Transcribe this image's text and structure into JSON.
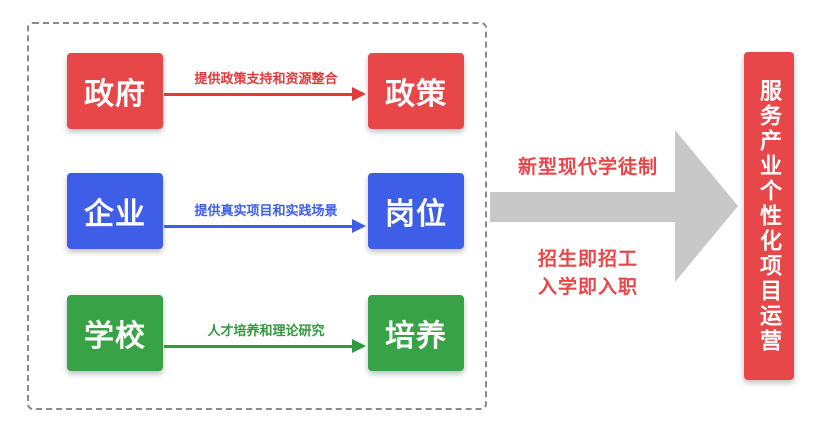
{
  "rows": [
    {
      "left": "政府",
      "label": "提供政策支持和资源整合",
      "right": "政策"
    },
    {
      "left": "企业",
      "label": "提供真实项目和实践场景",
      "right": "岗位"
    },
    {
      "left": "学校",
      "label": "人才培养和理论研究",
      "right": "培养"
    }
  ],
  "arrow": {
    "top_text": "新型现代学徒制",
    "bottom_line1": "招生即招工",
    "bottom_line2": "入学即入职"
  },
  "result": "服务产业个性化项目运营",
  "colors": {
    "red": "#e8474a",
    "blue": "#3f5ee8",
    "green": "#37a346",
    "arrow_gray": "#c8c8c8"
  }
}
